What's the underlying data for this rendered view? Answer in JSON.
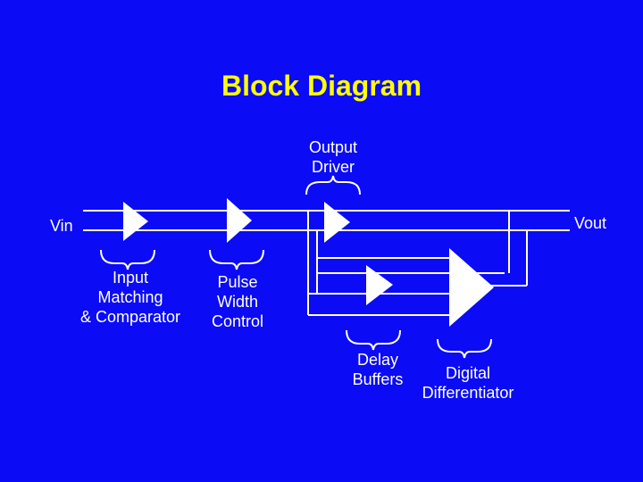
{
  "slide": {
    "title": "Block Diagram"
  },
  "labels": {
    "vin": "Vin",
    "vout": "Vout",
    "output_driver_line1": "Output",
    "output_driver_line2": "Driver",
    "input_matching_line1": "Input",
    "input_matching_line2": "Matching",
    "input_matching_line3": "& Comparator",
    "pulse_width_line1": "Pulse",
    "pulse_width_line2": "Width",
    "pulse_width_line3": "Control",
    "delay_buffers_line1": "Delay",
    "delay_buffers_line2": "Buffers",
    "digital_diff_line1": "Digital",
    "digital_diff_line2": "Differentiator"
  },
  "colors": {
    "background": "#0B0BF5",
    "title": "#FFFF00",
    "lines": "#FFFFFF"
  }
}
